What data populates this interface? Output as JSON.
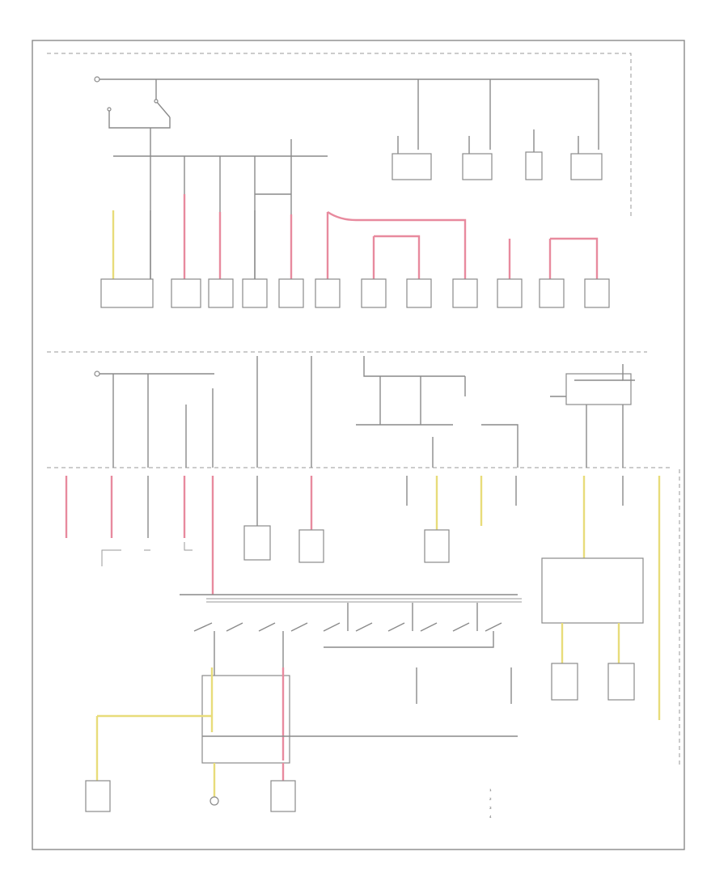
{
  "diagram_id": "",
  "legend": {
    "items": [
      {
        "marker": "1",
        "text": ""
      },
      {
        "marker": "2",
        "text": ""
      },
      {
        "marker": "3",
        "text": ""
      },
      {
        "marker": "4",
        "text": ""
      }
    ]
  },
  "colors": {
    "wire": "#8a8a8a",
    "pink_wire": "#e88a9e",
    "yellow_wire": "#e8dc7a",
    "border": "#9a9a9a"
  }
}
